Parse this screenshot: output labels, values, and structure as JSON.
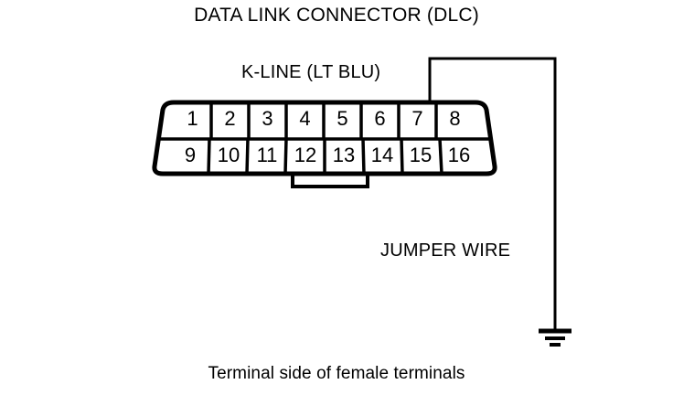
{
  "title": "DATA LINK CONNECTOR (DLC)",
  "caption": "Terminal side of female terminals",
  "labels": {
    "kline": "K-LINE (LT BLU)",
    "jumper": "JUMPER WIRE"
  },
  "connector": {
    "top_row": [
      "1",
      "2",
      "3",
      "4",
      "5",
      "6",
      "7",
      "8"
    ],
    "bottom_row": [
      "9",
      "10",
      "11",
      "12",
      "13",
      "14",
      "15",
      "16"
    ]
  },
  "colors": {
    "ink": "#000000",
    "background": "#ffffff"
  }
}
